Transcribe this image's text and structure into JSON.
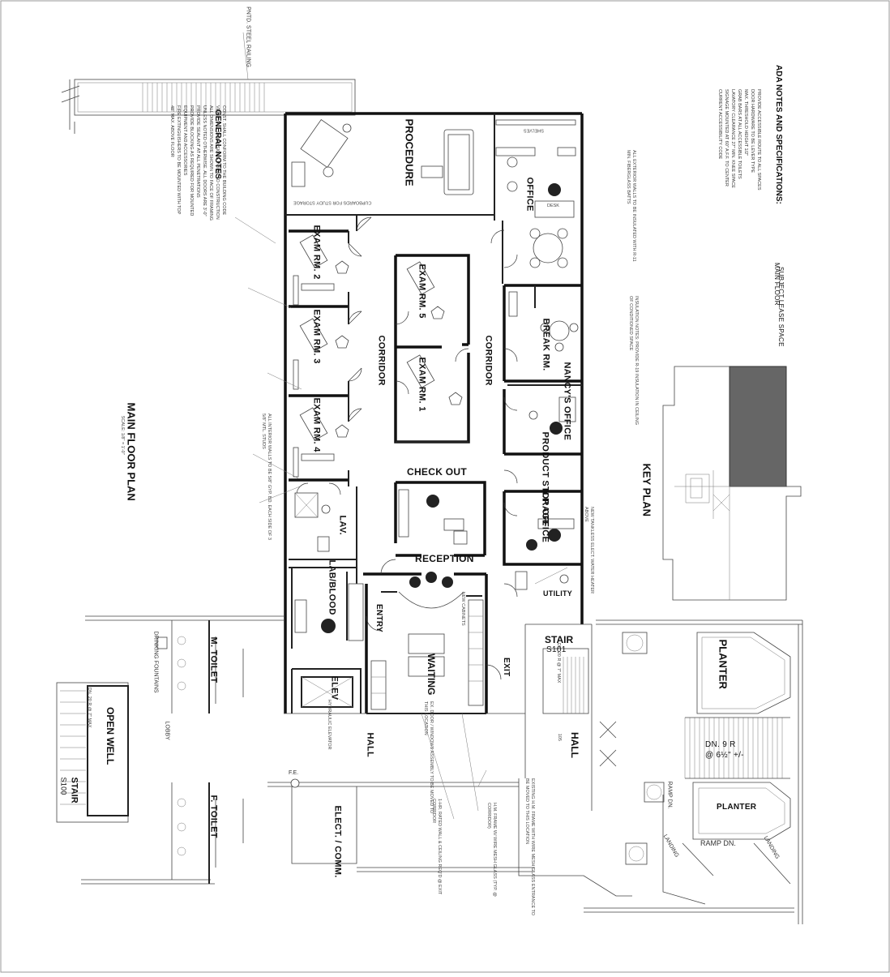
{
  "sheet": {
    "top_rail_label": "PNTD. STEEL RAILING",
    "general_notes": {
      "heading": "GENERAL NOTES",
      "lines": [
        "CONST. SHALL CONFORM TO THE BUILDING CODE",
        "VERIFY ALL DIMENSIONS PRIOR TO CONSTRUCTION",
        "ALL DIMENSIONS ARE SHOWN TO FACE OF FRAMING",
        "UNLESS NOTED OTHERWISE. ALL DOORS ARE 3'-0\"",
        "PROVIDE SEALANT AT ALL PENETRATIONS",
        "PROVIDE BLOCKING AS REQUIRED FOR MOUNTED",
        "EQUIPMENT AND ACCESSORIES",
        "FIRE EXTINGUISHERS TO BE MOUNTED WITH TOP",
        "48\" MAX. ABOVE FLOOR"
      ]
    },
    "ada_notes": {
      "heading": "ADA NOTES AND SPECIFICATIONS:",
      "lines": [
        "PROVIDE ACCESSIBLE ROUTE TO ALL SPACES",
        "DOOR HARDWARE TO BE LEVER TYPE",
        "MAX. THRESHOLD HEIGHT 1/2\"",
        "GRAB BARS AT ALL ACCESSIBLE TOILETS",
        "LAVATORY CLEARANCE 27\" MIN. KNEE SPACE",
        "SIGNAGE MOUNTED AT 60\" A.F.F. TO CENTER",
        "CURRENT ACCESSIBILITY CODE"
      ]
    },
    "key_plan": {
      "main_floor_label": "MAIN FLOOR",
      "subject_label": "SUBJECT LEASE SPACE",
      "title": "KEY PLAN"
    },
    "plan_title": "MAIN FLOOR PLAN",
    "plan_scale": "SCALE: 1/8\" = 1'-0\""
  },
  "rooms": {
    "procedure": "PROCEDURE",
    "office": "OFFICE",
    "desk": "DESK",
    "exam2": "EXAM RM. 2",
    "exam3": "EXAM RM. 3",
    "exam4": "EXAM RM. 4",
    "exam5": "EXAM RM. 5",
    "exam1": "EXAM RM. 1",
    "corridor_left": "CORRIDOR",
    "corridor_right": "CORRIDOR",
    "break_rm": "BREAK RM.",
    "nancys_office": "NANCY'S OFFICE",
    "check_out": "CHECK OUT",
    "product_storage": "PRODUCT STORAGE",
    "np_office": "N.P. OFFICE",
    "lav": "LAV.",
    "reception": "RECEPTION",
    "lab_blood": "LAB/BLOOD",
    "utility": "UTILITY",
    "entry": "ENTRY",
    "waiting": "WAITING",
    "exit": "EXIT",
    "stair_s101": "STAIR",
    "stair_s101_num": "S101",
    "stair_s101_dn": "DN. 20 R @ 7\" MAX",
    "planter_top": "PLANTER",
    "planter_bottom": "PLANTER",
    "dn_9r": "DN. 9 R",
    "dn_9r_rise": "@ 6½\" +/-",
    "ramp_dn_1": "RAMP DN.",
    "ramp_dn_2": "RAMP DN.",
    "landing_1": "LANDING",
    "landing_2": "LANDING",
    "hall_105": "HALL",
    "hall_105_num": "105",
    "hall": "HALL",
    "m_toilet": "M. TOILET",
    "f_toilet": "F. TOILET",
    "elev": "ELEV",
    "hydraulic_elevator": "HYDRAULIC ELEVATOR",
    "drinking_fountains": "DRINKING FOUNTAINS",
    "lobby": "LOBBY",
    "open_well": "OPEN WELL",
    "stair_s100": "STAIR",
    "stair_s100_num": "S100",
    "stair_s100_dn": "DN. 20 R @ 7\" MAX",
    "fe": "F.E.",
    "elec_comm": "ELECT. / COMM."
  },
  "callouts": {
    "ex_door": "EX. DOOR / WINDOWS ASSEMBLY TO BE MOVED TO THIS LOCATION",
    "rated_wall": "1-HR. RATED WALL & CEILING REQ'D @ EXIT CORRIDOR",
    "hm_frame": "H.M. FRAME W/ WIRE MESH GLASS (TYP. @ CORRIDOR)",
    "existing_frame": "EXISTING H.M. FRAME WITH WIRE MESH GLASS ENTRANCE TO BE MOVED TO THIS LOCATION",
    "exterior_walls": "ALL EXTERIOR WALLS TO BE INSULATED WITH R-11 MIN. FIBERGLASS BATTS",
    "insulation": "INSULATION NOTES: PROVIDE R-19 INSULATION IN CEILING OF CONDITIONED SPACE",
    "interior_walls": "ALL INTERIOR WALLS TO BE 5/8\" GYP. BD. EACH SIDE OF 3 5/8\" MTL. STUDS",
    "water_heater": "NEW TANKLESS ELECT. WATER HEATER ABOVE",
    "cupboards": "CUPBOARDS FOR STUDY STORAGE",
    "shelves": "SHELVES",
    "new_cabinets": "NEW CABINETS"
  }
}
